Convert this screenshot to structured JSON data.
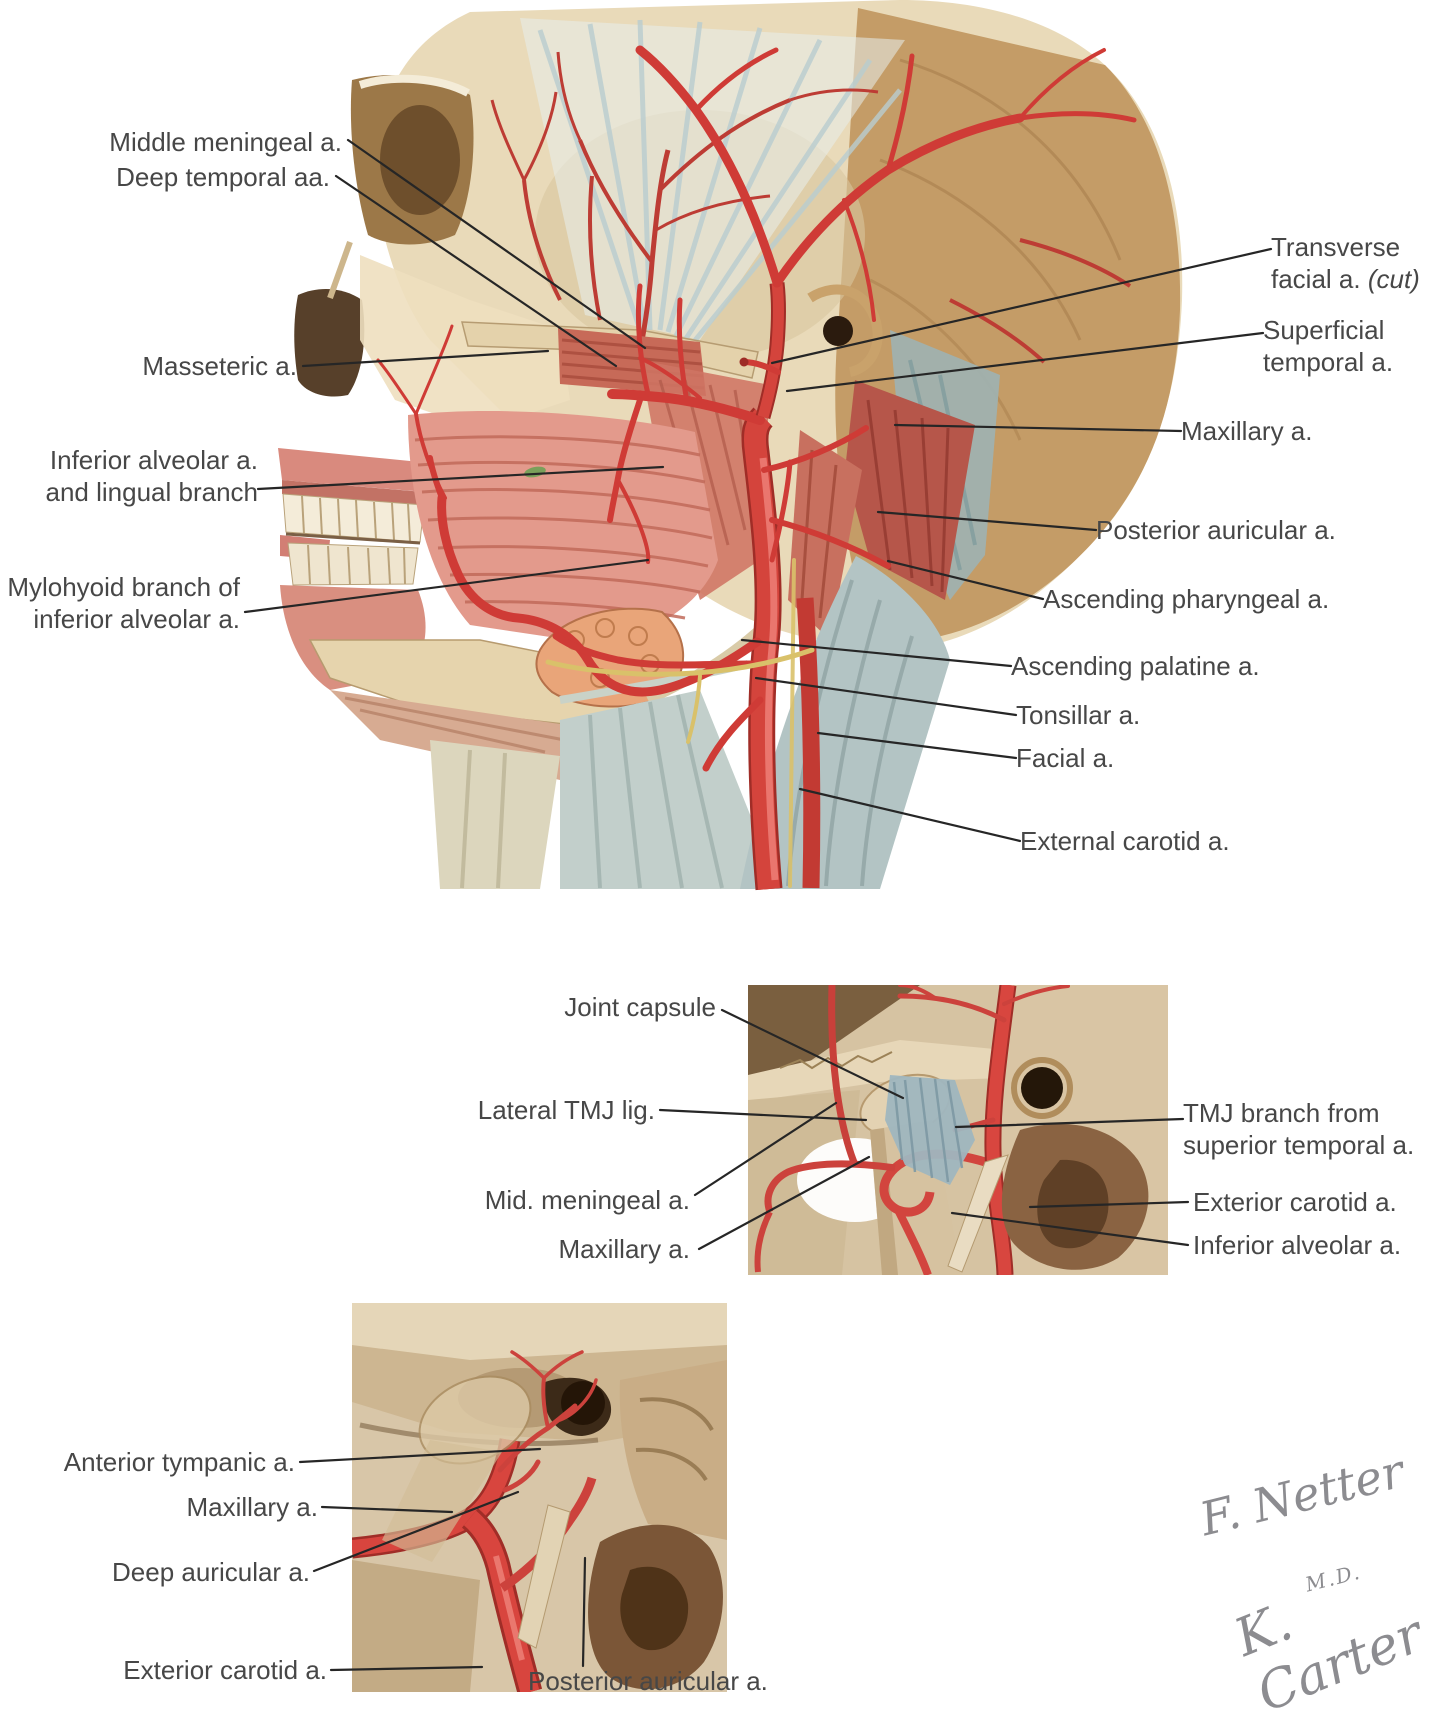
{
  "labels": {
    "main_left": {
      "middle_meningeal": "Middle meningeal a.",
      "deep_temporal": "Deep temporal aa.",
      "masseteric": "Masseteric a.",
      "inferior_alveolar_lingual": "Inferior alveolar a. and lingual branch",
      "mylohyoid": "Mylohyoid branch of inferior alveolar a."
    },
    "main_right": {
      "transverse_facial": {
        "text": "Transverse facial a.",
        "cut_note": "(cut)"
      },
      "superficial_temporal": "Superficial temporal a.",
      "maxillary": "Maxillary a.",
      "posterior_auricular": "Posterior auricular a.",
      "ascending_pharyngeal": "Ascending pharyngeal a.",
      "ascending_palatine": "Ascending palatine a.",
      "tonsillar": "Tonsillar a.",
      "facial": "Facial a.",
      "external_carotid": "External carotid a."
    },
    "tmj_inset": {
      "joint_capsule": "Joint capsule",
      "lateral_tmj_lig": "Lateral TMJ lig.",
      "mid_meningeal": "Mid. meningeal a.",
      "maxillary": "Maxillary a.",
      "tmj_branch": "TMJ branch from superior temporal a.",
      "exterior_carotid": "Exterior carotid a.",
      "inferior_alveolar": "Inferior alveolar a."
    },
    "ear_inset": {
      "anterior_tympanic": "Anterior tympanic a.",
      "maxillary": "Maxillary a.",
      "deep_auricular": "Deep auricular a.",
      "exterior_carotid": "Exterior carotid a.",
      "posterior_auricular": "Posterior auricular a."
    }
  },
  "signature": {
    "artist": "F. Netter",
    "credential": "M.D.",
    "co_artist": "K. Carter"
  },
  "colors": {
    "artery_red": "#cf3b36",
    "bone_beige": "#e9dab9",
    "muscle_pink": "#e39a8c",
    "deep_muscle_red": "#b6564a",
    "ligament_blue": "#9fb6bf",
    "neck_gray_blue": "#b3c4c4",
    "label_text": "#474747",
    "leader_line": "#262626",
    "signature_gray": "#8c8c90"
  }
}
